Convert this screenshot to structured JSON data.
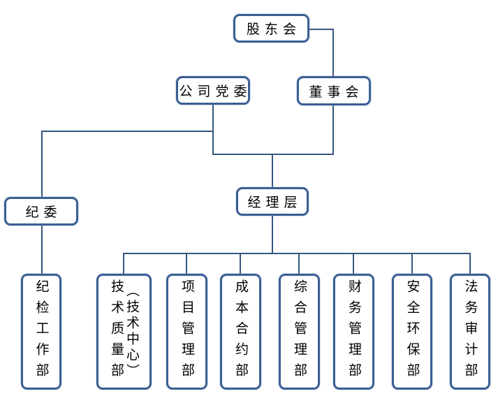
{
  "chart": {
    "type": "org-chart",
    "background": "#ffffff",
    "box_border_color": "#3b5f94",
    "connector_color": "#35577f",
    "text_color": "#000000",
    "nodes": {
      "shareholders": {
        "label": "股东会"
      },
      "party_committee": {
        "label": "公司党委"
      },
      "board": {
        "label": "董事会"
      },
      "discipline_committee": {
        "label": "纪委"
      },
      "management": {
        "label": "经理层"
      },
      "discipline_work_dept": {
        "label": "纪检工作部"
      },
      "tech_quality_dept": {
        "label": "技术质量部（技术中心）",
        "col_left": "技术质量部",
        "col_right": "（技术中心）"
      },
      "project_mgmt_dept": {
        "label": "项目管理部"
      },
      "cost_contract_dept": {
        "label": "成本合约部"
      },
      "general_mgmt_dept": {
        "label": "综合管理部"
      },
      "finance_mgmt_dept": {
        "label": "财务管理部"
      },
      "safety_env_dept": {
        "label": "安全环保部"
      },
      "legal_audit_dept": {
        "label": "法务审计部"
      }
    },
    "edges": [
      {
        "from": "股东会",
        "to": "董事会"
      },
      {
        "from": "公司党委",
        "to": "纪委"
      },
      {
        "from": "公司党委",
        "to": "经理层"
      },
      {
        "from": "董事会",
        "to": "经理层"
      },
      {
        "from": "纪委",
        "to": "纪检工作部"
      },
      {
        "from": "经理层",
        "to": "技术质量部（技术中心）"
      },
      {
        "from": "经理层",
        "to": "项目管理部"
      },
      {
        "from": "经理层",
        "to": "成本合约部"
      },
      {
        "from": "经理层",
        "to": "综合管理部"
      },
      {
        "from": "经理层",
        "to": "财务管理部"
      },
      {
        "from": "经理层",
        "to": "安全环保部"
      },
      {
        "from": "经理层",
        "to": "法务审计部"
      }
    ]
  }
}
